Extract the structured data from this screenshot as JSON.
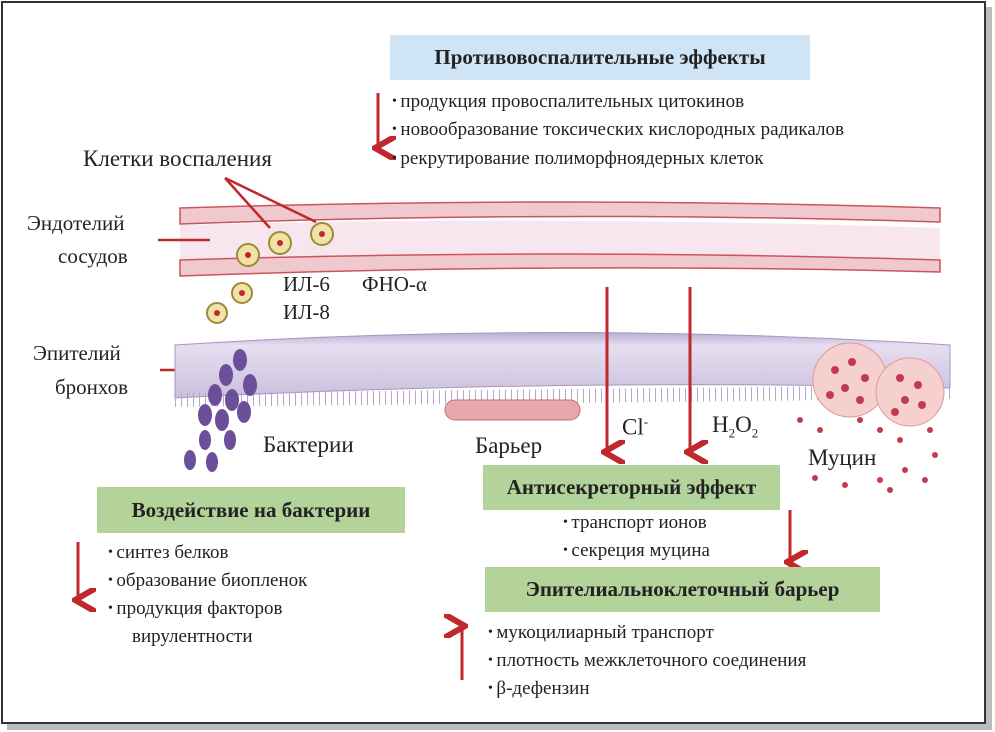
{
  "anti_inflammatory": {
    "title": "Противовоспалительные эффекты",
    "direction": "down",
    "bullets": [
      "продукция провоспалительных цитокинов",
      "новообразование токсических кислородных радикалов",
      "рекрутирование полиморфноядерных клеток"
    ]
  },
  "labels": {
    "inflammation_cells": "Клетки воспаления",
    "endothelium_1": "Эндотелий",
    "endothelium_2": "сосудов",
    "epithelium_1": "Эпителий",
    "epithelium_2": "бронхов",
    "il6": "ИЛ-6",
    "tnf": "ФНО-α",
    "il8": "ИЛ-8",
    "bacteria": "Бактерии",
    "barrier": "Барьер",
    "cl": "Cl",
    "cl_sup": "-",
    "h": "H",
    "two_a": "2",
    "o": "O",
    "two_b": "2",
    "mucin": "Муцин"
  },
  "bacteria_effect": {
    "title": "Воздействие на бактерии",
    "direction": "down",
    "bullets": [
      "синтез белков",
      "образование биопленок",
      "продукция факторов"
    ],
    "bullet_cont": "вирулентности"
  },
  "antisecretory": {
    "title": "Антисекреторный эффект",
    "bullets": [
      "транспорт ионов",
      "секреция муцина"
    ]
  },
  "epithelial_barrier": {
    "title": "Эпителиальноклеточный барьер",
    "direction": "up",
    "bullets": [
      "мукоцилиарный транспорт",
      "плотность межклеточного соединения",
      "β-дефензин"
    ]
  },
  "colors": {
    "arrow": "#c0282d",
    "blue_box": "#cfe4f5",
    "green_box": "#b3d39a",
    "epithelium": "#d8cde6"
  }
}
